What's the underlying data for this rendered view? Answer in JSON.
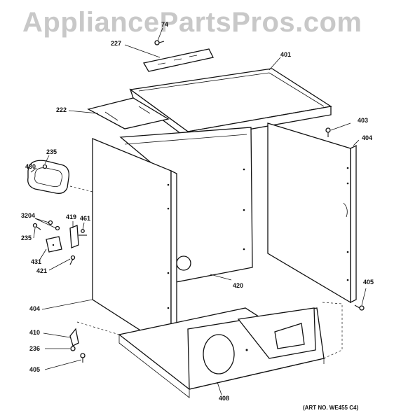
{
  "watermark": "AppliancePartsPros.com",
  "art_number": "(ART NO. WE455 C4)",
  "callouts": [
    "74",
    "227",
    "401",
    "222",
    "403",
    "404",
    "235",
    "430",
    "3204",
    "419",
    "461",
    "235",
    "431",
    "421",
    "420",
    "405",
    "404",
    "410",
    "236",
    "405",
    "408"
  ]
}
